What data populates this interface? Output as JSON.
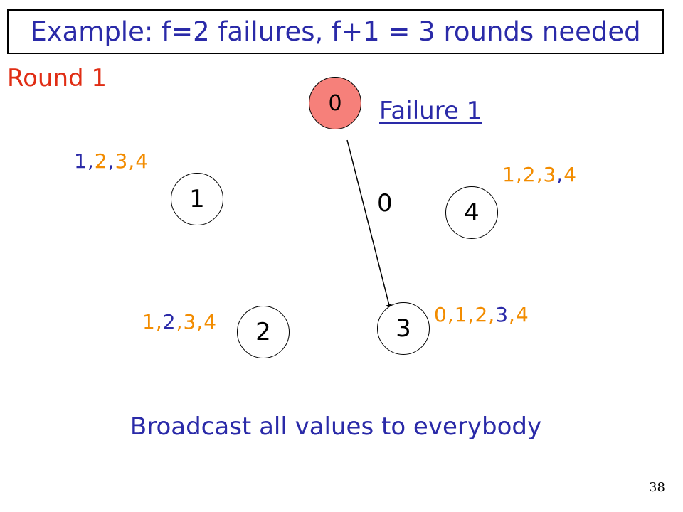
{
  "colors": {
    "blue": "#2a2aa8",
    "orange": "#f28c00",
    "red": "#e02d14",
    "failed_fill": "#f6807a"
  },
  "title": "Example: f=2 failures, f+1 = 3 rounds needed",
  "round_label": "Round 1",
  "failure_label": "Failure 1",
  "caption": "Broadcast all values to everybody",
  "page_number": "38",
  "edge": {
    "from": "0",
    "to": "3",
    "label": "0"
  },
  "nodes": [
    {
      "id": "0",
      "label": "0",
      "failed": true
    },
    {
      "id": "1",
      "label": "1",
      "failed": false
    },
    {
      "id": "2",
      "label": "2",
      "failed": false
    },
    {
      "id": "3",
      "label": "3",
      "failed": false
    },
    {
      "id": "4",
      "label": "4",
      "failed": false
    }
  ],
  "value_sets": [
    {
      "node": "1",
      "parts": [
        {
          "text": "1",
          "color": "blue"
        },
        {
          "text": ",",
          "color": "blue"
        },
        {
          "text": "2",
          "color": "orange"
        },
        {
          "text": ",",
          "color": "blue"
        },
        {
          "text": "3",
          "color": "orange"
        },
        {
          "text": ",",
          "color": "orange"
        },
        {
          "text": "4",
          "color": "orange"
        }
      ]
    },
    {
      "node": "4",
      "parts": [
        {
          "text": "1",
          "color": "orange"
        },
        {
          "text": ",",
          "color": "orange"
        },
        {
          "text": "2",
          "color": "orange"
        },
        {
          "text": ",",
          "color": "orange"
        },
        {
          "text": "3",
          "color": "orange"
        },
        {
          "text": ",",
          "color": "blue"
        },
        {
          "text": "4",
          "color": "orange"
        }
      ]
    },
    {
      "node": "2",
      "parts": [
        {
          "text": "1",
          "color": "orange"
        },
        {
          "text": ",",
          "color": "orange"
        },
        {
          "text": "2",
          "color": "blue"
        },
        {
          "text": ",",
          "color": "orange"
        },
        {
          "text": "3",
          "color": "orange"
        },
        {
          "text": ",",
          "color": "orange"
        },
        {
          "text": "4",
          "color": "orange"
        }
      ]
    },
    {
      "node": "3",
      "parts": [
        {
          "text": "0",
          "color": "orange"
        },
        {
          "text": ",",
          "color": "orange"
        },
        {
          "text": "1",
          "color": "orange"
        },
        {
          "text": ",",
          "color": "orange"
        },
        {
          "text": "2",
          "color": "orange"
        },
        {
          "text": ",",
          "color": "orange"
        },
        {
          "text": "3",
          "color": "blue"
        },
        {
          "text": ",",
          "color": "orange"
        },
        {
          "text": "4",
          "color": "orange"
        }
      ]
    }
  ]
}
